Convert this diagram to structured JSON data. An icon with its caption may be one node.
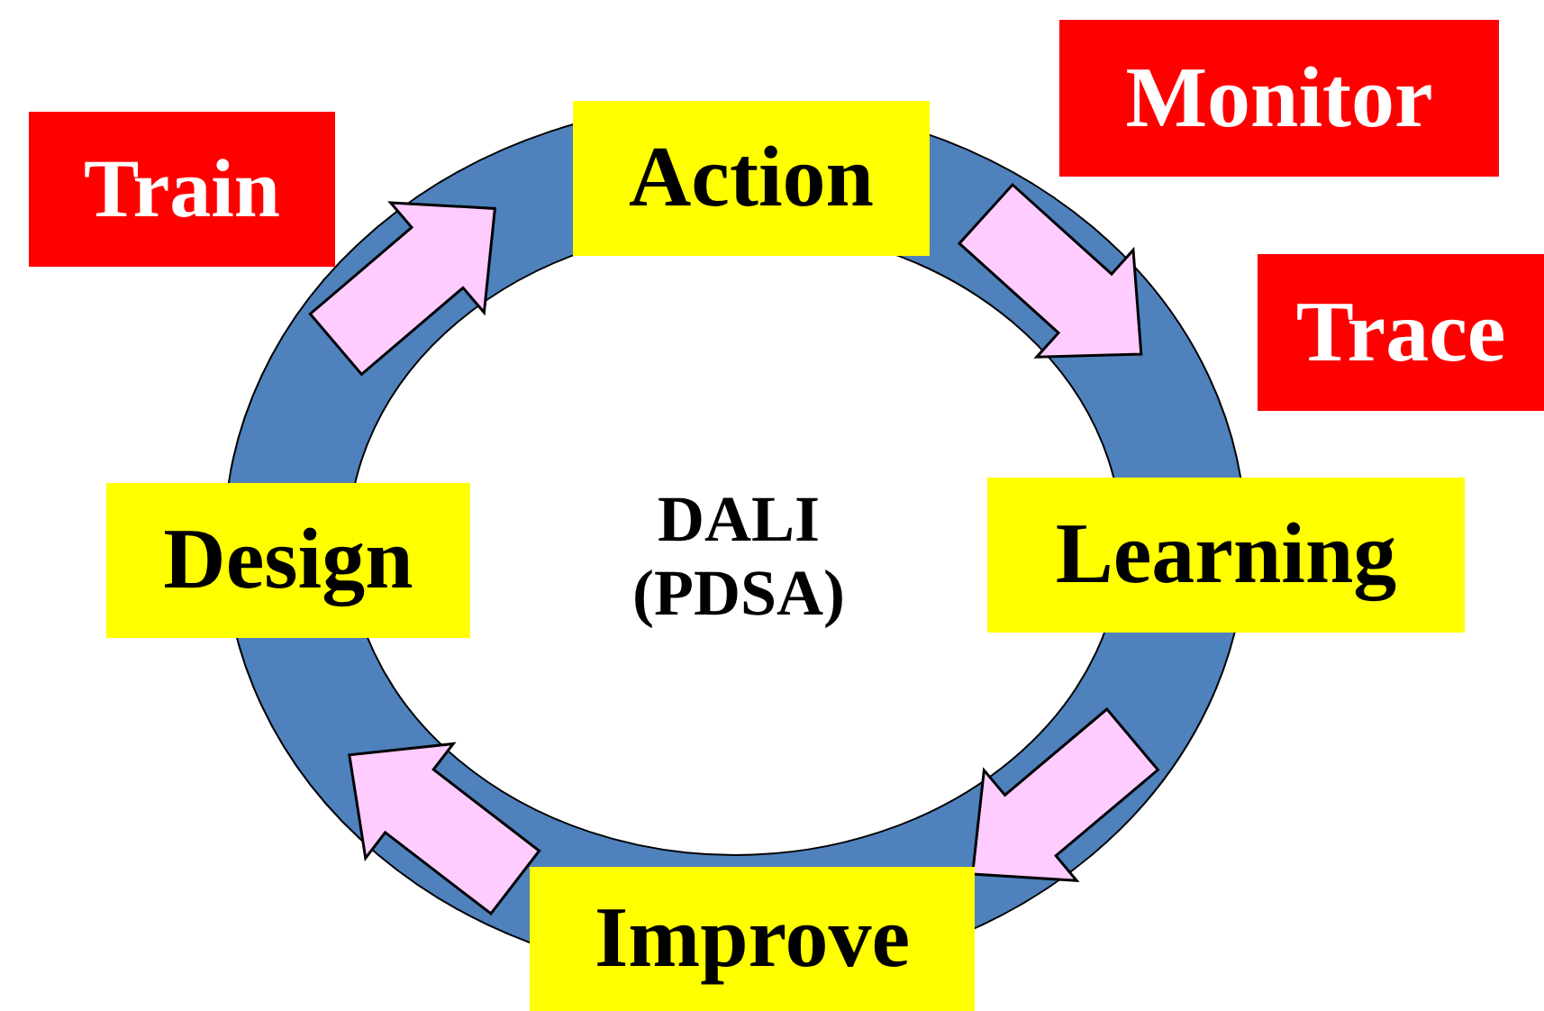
{
  "diagram": {
    "nodes": [
      {
        "text": [
          "Train"
        ]
      },
      {
        "text": [
          "Monitor"
        ]
      },
      {
        "text": [
          "Trace"
        ]
      },
      {
        "text": [
          "Action"
        ]
      },
      {
        "text": [
          "Design"
        ]
      },
      {
        "text": [
          "Learning"
        ]
      },
      {
        "text": [
          "Improve"
        ]
      }
    ],
    "edges": [
      {
        "from": 4,
        "to": 3,
        "arrow": "to"
      },
      {
        "from": 3,
        "to": 5,
        "arrow": "to"
      },
      {
        "from": 5,
        "to": 6,
        "arrow": "to"
      },
      {
        "from": 6,
        "to": 4,
        "arrow": "to"
      }
    ],
    "labels": [
      "DALI (PDSA)"
    ]
  }
}
